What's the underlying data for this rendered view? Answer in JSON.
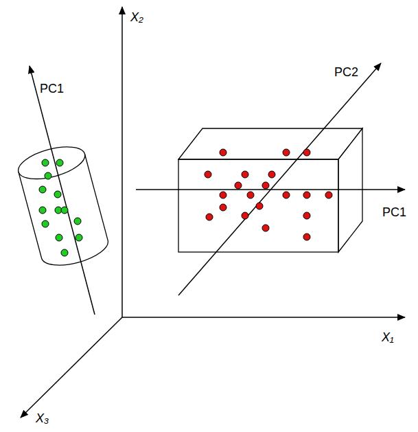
{
  "diagram": {
    "labels": [
      "X₂",
      "PC1",
      "PC2",
      "PC1",
      "X₁",
      "X₃"
    ]
  }
}
